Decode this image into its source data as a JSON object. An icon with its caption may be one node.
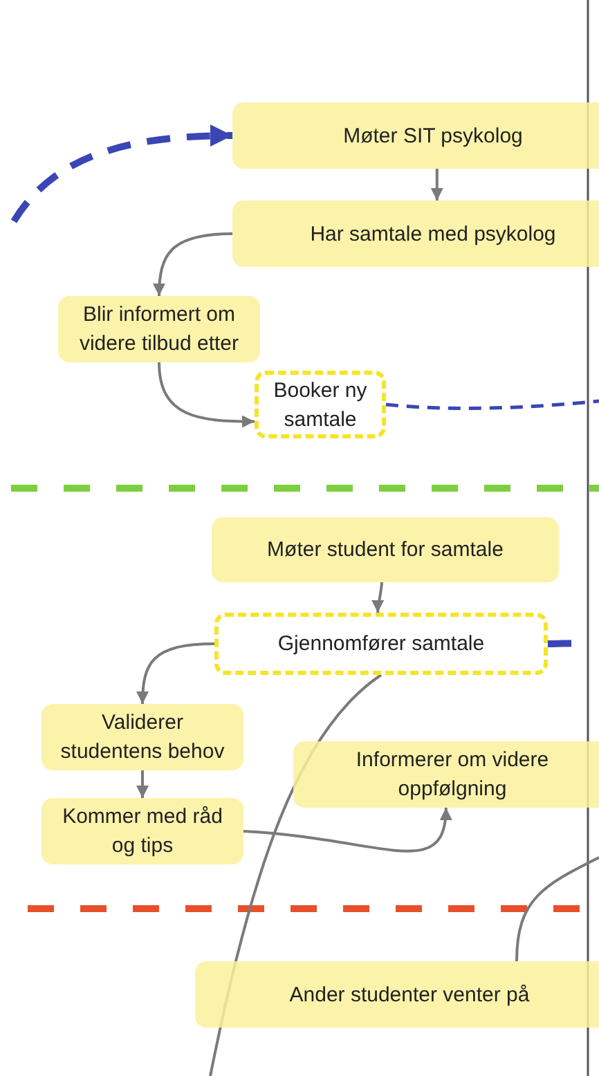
{
  "diagram": {
    "nodes": [
      {
        "text": [
          "Møter SIT psykolog"
        ]
      },
      {
        "text": [
          "Har samtale med psykolog"
        ]
      },
      {
        "text": [
          "Blir informert om videre tilbud etter"
        ]
      },
      {
        "text": [
          "Booker ny samtale"
        ]
      },
      {
        "text": [
          "Møter student for samtale"
        ]
      },
      {
        "text": [
          "Gjennomfører samtale"
        ]
      },
      {
        "text": [
          "Validerer studentens behov"
        ]
      },
      {
        "text": [
          "Kommer med råd og tips"
        ]
      },
      {
        "text": [
          "Informerer om videre oppfølgning"
        ]
      },
      {
        "text": [
          "Ander studenter venter på"
        ]
      }
    ],
    "edges": [
      {
        "from": null,
        "to": 0,
        "arrow": "to",
        "style": "dashed",
        "color": "#3b46b5"
      },
      {
        "from": 0,
        "to": 1,
        "arrow": "to"
      },
      {
        "from": 1,
        "to": 2,
        "arrow": "to"
      },
      {
        "from": 2,
        "to": 3,
        "arrow": "to"
      },
      {
        "from": 3,
        "to": null,
        "arrow": "none",
        "style": "dashed",
        "color": "#3b46b5"
      },
      {
        "from": 4,
        "to": 5,
        "arrow": "to"
      },
      {
        "from": 5,
        "to": null,
        "arrow": "none",
        "style": "dashed",
        "color": "#3b46b5"
      },
      {
        "from": 5,
        "to": 6,
        "arrow": "to"
      },
      {
        "from": 6,
        "to": 7,
        "arrow": "to"
      },
      {
        "from": 7,
        "to": 8,
        "arrow": "to"
      },
      {
        "from": 5,
        "to": null,
        "arrow": "none"
      },
      {
        "from": 9,
        "to": null,
        "arrow": "none"
      }
    ]
  }
}
